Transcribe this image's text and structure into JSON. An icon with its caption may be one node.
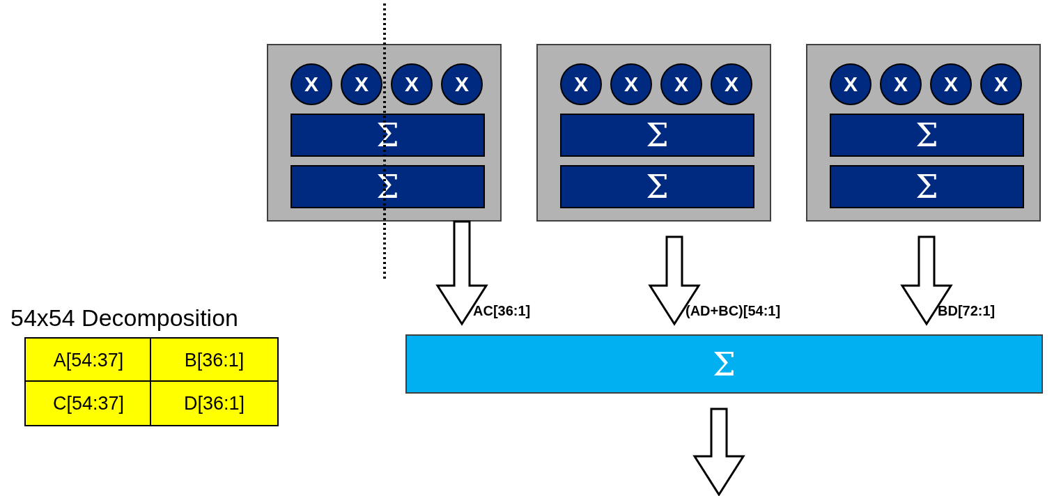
{
  "diagram": {
    "nodes": [
      {
        "text": [],
        "shape": "box"
      },
      {
        "text": [
          "X"
        ],
        "in": 0
      },
      {
        "text": [
          "X"
        ],
        "in": 0
      },
      {
        "text": [
          "X"
        ],
        "in": 0
      },
      {
        "text": [
          "X"
        ],
        "in": 0
      },
      {
        "text": [
          "Σ"
        ],
        "in": 0
      },
      {
        "text": [
          "Σ"
        ],
        "in": 0
      },
      {
        "text": [],
        "shape": "box"
      },
      {
        "text": [
          "X"
        ],
        "in": 7
      },
      {
        "text": [
          "X"
        ],
        "in": 7
      },
      {
        "text": [
          "X"
        ],
        "in": 7
      },
      {
        "text": [
          "X"
        ],
        "in": 7
      },
      {
        "text": [
          "Σ"
        ],
        "in": 7
      },
      {
        "text": [
          "Σ"
        ],
        "in": 7
      },
      {
        "text": [],
        "shape": "box"
      },
      {
        "text": [
          "X"
        ],
        "in": 14
      },
      {
        "text": [
          "X"
        ],
        "in": 14
      },
      {
        "text": [
          "X"
        ],
        "in": 14
      },
      {
        "text": [
          "X"
        ],
        "in": 14
      },
      {
        "text": [
          "Σ"
        ],
        "in": 14
      },
      {
        "text": [
          "Σ"
        ],
        "in": 14
      },
      {
        "text": [
          "Σ"
        ]
      }
    ],
    "edges": [
      {
        "from": 0,
        "to": 21,
        "arrow": "to",
        "label": "AC[36:1]"
      },
      {
        "from": 7,
        "to": 21,
        "arrow": "to",
        "label": "(AD+BC)[54:1]"
      },
      {
        "from": 14,
        "to": 21,
        "arrow": "to",
        "label": "BD[72:1]"
      },
      {
        "from": 21,
        "to": null,
        "arrow": "to"
      }
    ],
    "labels": [
      "54x54 Decomposition",
      "A[54:37]",
      "B[36:1]",
      "C[54:37]",
      "D[36:1]"
    ]
  }
}
